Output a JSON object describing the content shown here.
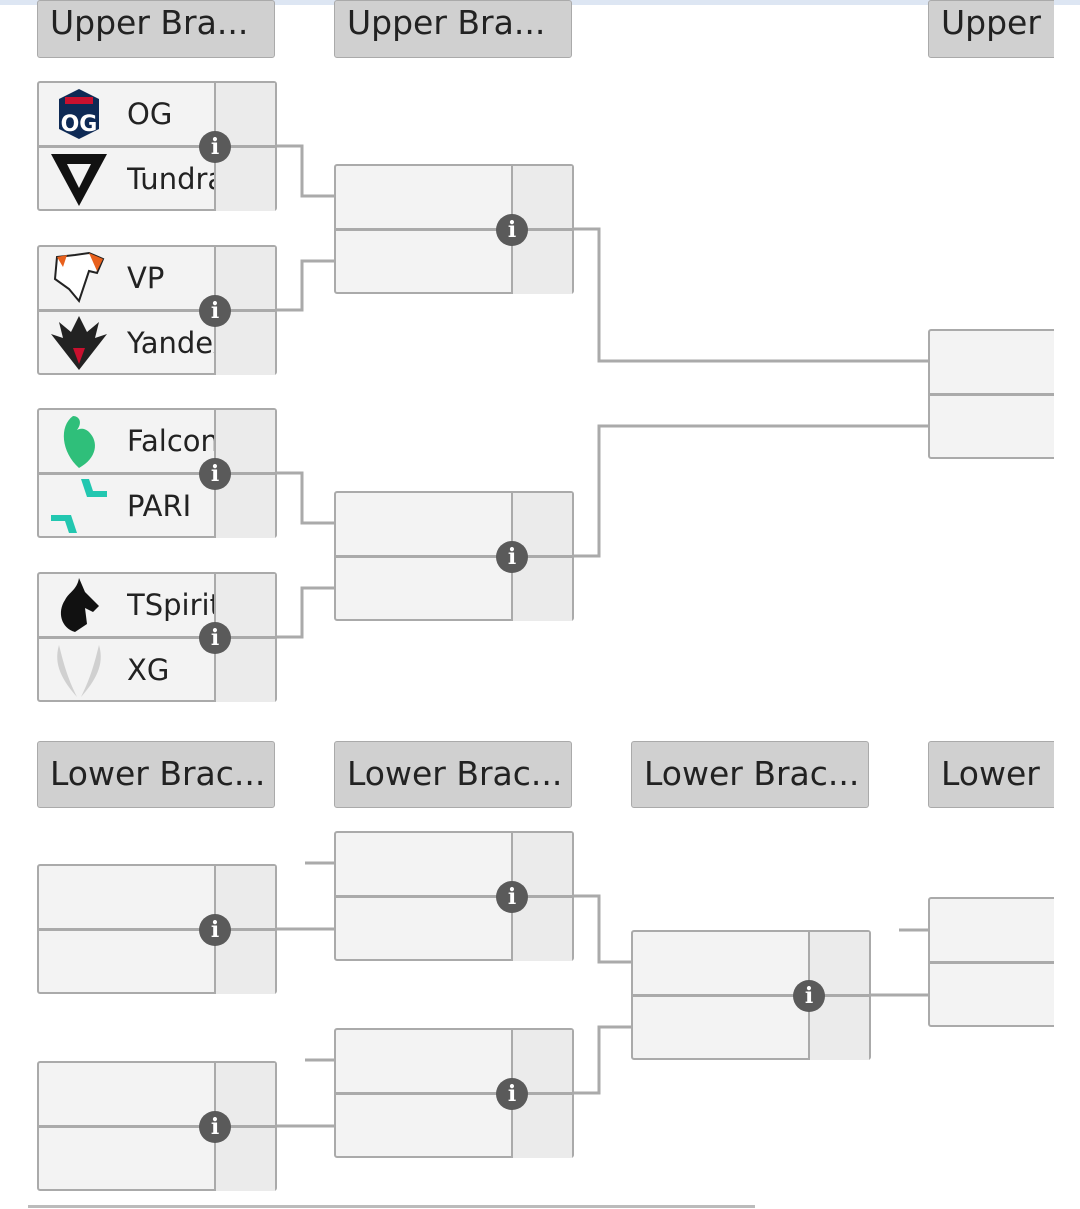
{
  "headers": {
    "upper": [
      "Upper Bra...",
      "Upper Bra...",
      "Upper"
    ],
    "lower": [
      "Lower Brac...",
      "Lower Brac...",
      "Lower Brac...",
      "Lower"
    ]
  },
  "upper_r1": [
    {
      "top": "OG",
      "bottom": "Tundra"
    },
    {
      "top": "VP",
      "bottom": "Yandex"
    },
    {
      "top": "Falcon",
      "bottom": "PARI"
    },
    {
      "top": "TSpirit",
      "bottom": "XG"
    }
  ],
  "info_label": "i",
  "colors": {
    "line": "#aaaaaa",
    "header_bg": "#d0d0d0",
    "info": "#5a5a5a"
  }
}
